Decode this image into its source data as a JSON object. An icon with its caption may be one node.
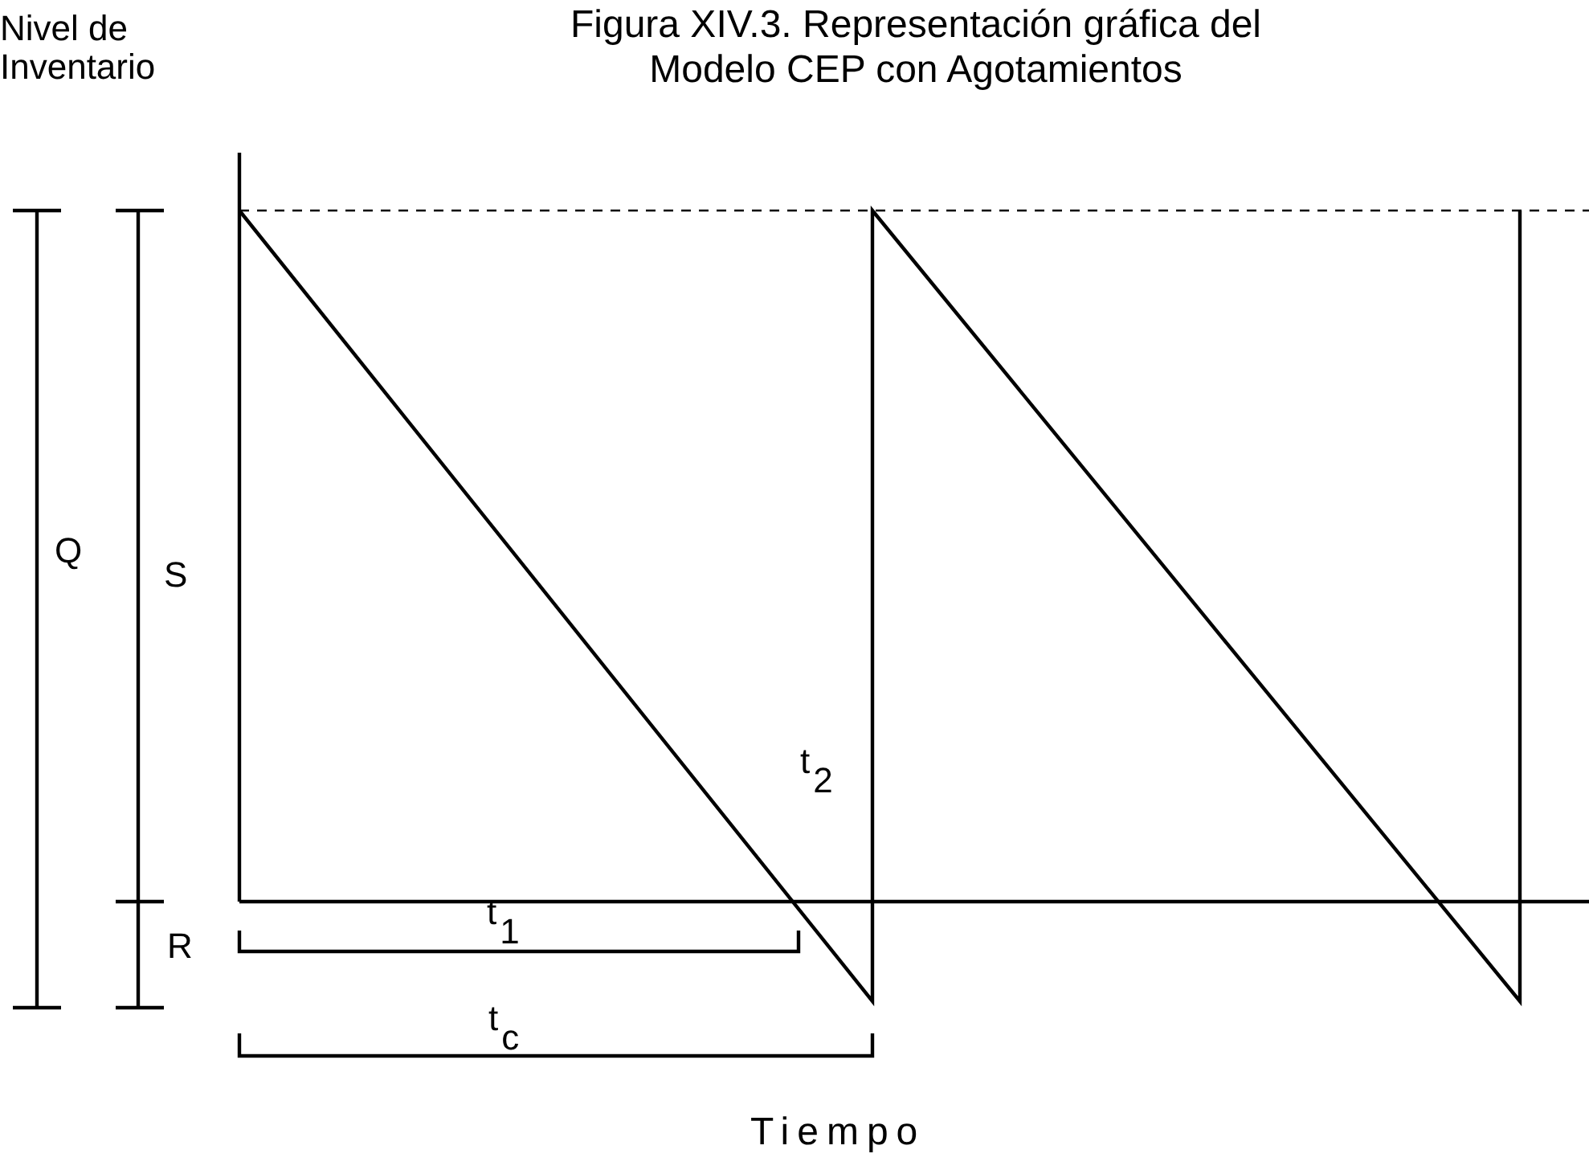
{
  "diagram": {
    "title": "Figura XIV.3. Representación gráfica del Modelo CEP con Agotamientos",
    "labels": [
      "Nivel de Inventario",
      "Q",
      "S",
      "t$_{2}$",
      "t$_{1}$",
      "R",
      "t$_{c}$",
      "Tiempo"
    ]
  }
}
